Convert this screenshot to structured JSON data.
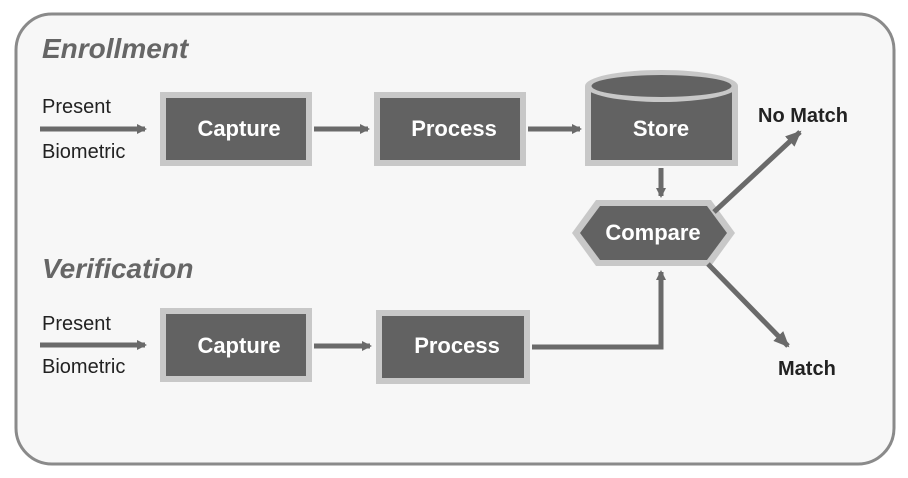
{
  "enrollment": {
    "title": "Enrollment",
    "input_line1": "Present",
    "input_line2": "Biometric",
    "capture": "Capture",
    "process": "Process",
    "store": "Store"
  },
  "verification": {
    "title": "Verification",
    "input_line1": "Present",
    "input_line2": "Biometric",
    "capture": "Capture",
    "process": "Process"
  },
  "compare": "Compare",
  "outcomes": {
    "no_match": "No Match",
    "match": "Match"
  },
  "colors": {
    "node_fill": "#626262",
    "node_border": "#c8c8c8",
    "arrow": "#6a6a6a",
    "frame": "#8a8a8a",
    "panel": "#f7f7f7"
  }
}
